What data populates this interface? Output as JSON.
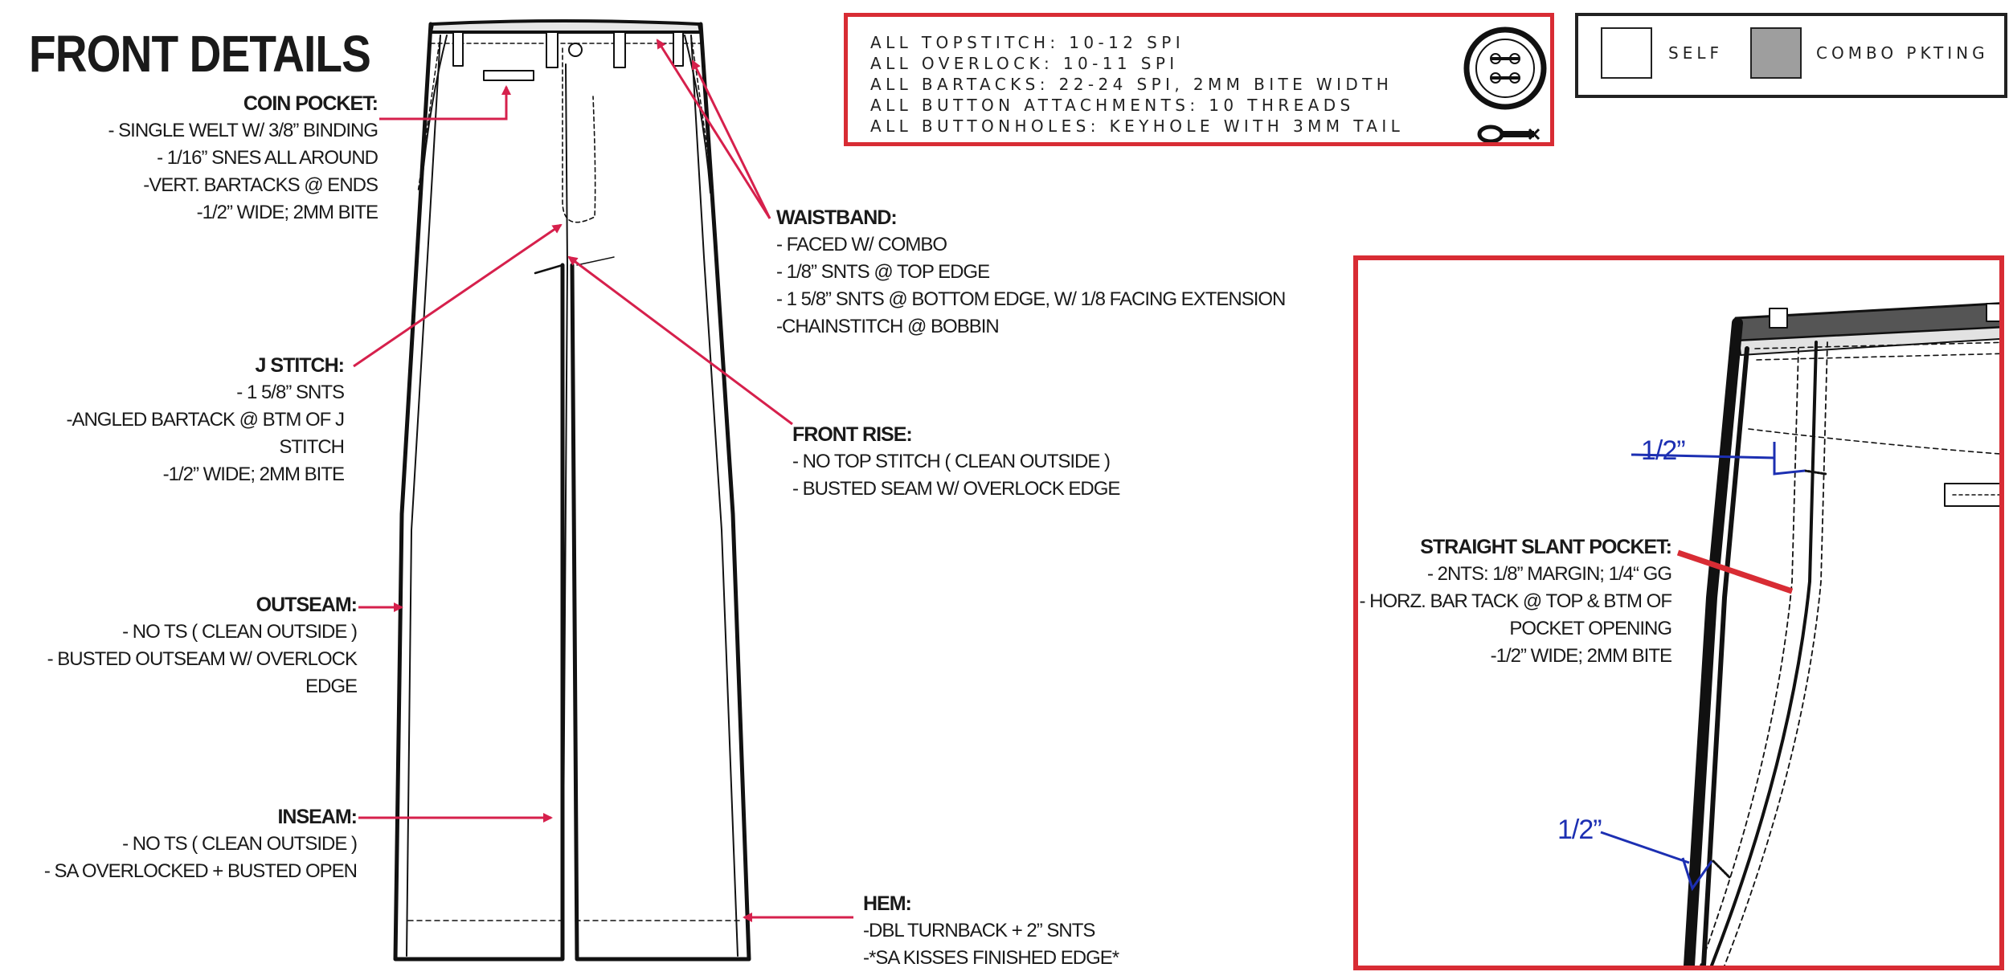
{
  "title": "FRONT DETAILS",
  "spec_box": {
    "lines": [
      "ALL TOPSTITCH: 10-12 SPI",
      "ALL OVERLOCK: 10-11 SPI",
      "ALL BARTACKS: 22-24 SPI, 2MM BITE WIDTH",
      "ALL BUTTON ATTACHMENTS: 10 THREADS",
      "ALL BUTTONHOLES: KEYHOLE WITH 3MM TAIL"
    ],
    "border_color": "#d82c34"
  },
  "legend": {
    "items": [
      {
        "label": "SELF",
        "color": "#ffffff"
      },
      {
        "label": "COMBO PKTING",
        "color": "#9e9e9e"
      }
    ]
  },
  "callouts": {
    "coin_pocket": {
      "heading": "COIN POCKET:",
      "lines": [
        "- SINGLE WELT W/ 3/8” BINDING",
        "- 1/16” SNES ALL AROUND",
        "-VERT. BARTACKS @ ENDS",
        "-1/2” WIDE; 2MM BITE"
      ]
    },
    "j_stitch": {
      "heading": "J STITCH:",
      "lines": [
        "- 1 5/8” SNTS",
        "-ANGLED BARTACK @ BTM OF J STITCH",
        "-1/2” WIDE; 2MM BITE"
      ]
    },
    "outseam": {
      "heading": "OUTSEAM:",
      "lines": [
        "- NO TS ( CLEAN OUTSIDE )",
        "- BUSTED OUTSEAM W/ OVERLOCK EDGE"
      ]
    },
    "inseam": {
      "heading": "INSEAM:",
      "lines": [
        "- NO TS ( CLEAN OUTSIDE )",
        "- SA OVERLOCKED + BUSTED OPEN"
      ]
    },
    "waistband": {
      "heading": "WAISTBAND:",
      "lines": [
        "- FACED W/ COMBO",
        "- 1/8” SNTS @ TOP EDGE",
        "- 1 5/8” SNTS @ BOTTOM EDGE, W/ 1/8 FACING EXTENSION",
        "-CHAINSTITCH @ BOBBIN"
      ]
    },
    "front_rise": {
      "heading": "FRONT RISE:",
      "lines": [
        "- NO TOP STITCH ( CLEAN OUTSIDE )",
        "- BUSTED SEAM W/ OVERLOCK EDGE"
      ]
    },
    "hem": {
      "heading": "HEM:",
      "lines": [
        "-DBL TURNBACK + 2” SNTS",
        "-*SA KISSES FINISHED EDGE*"
      ]
    },
    "slant_pocket": {
      "heading": "STRAIGHT SLANT POCKET:",
      "lines": [
        "- 2NTS: 1/8” MARGIN; 1/4“ GG",
        "- HORZ. BAR TACK @ TOP & BTM OF",
        "POCKET OPENING",
        "-1/2” WIDE; 2MM BITE"
      ]
    }
  },
  "dimensions": {
    "top": "1/2”",
    "bottom": "1/2”"
  },
  "colors": {
    "arrow": "#d6204c",
    "accent_red": "#d82c34",
    "dimension_blue": "#1c2fb2",
    "combo_gray": "#9e9e9e"
  }
}
